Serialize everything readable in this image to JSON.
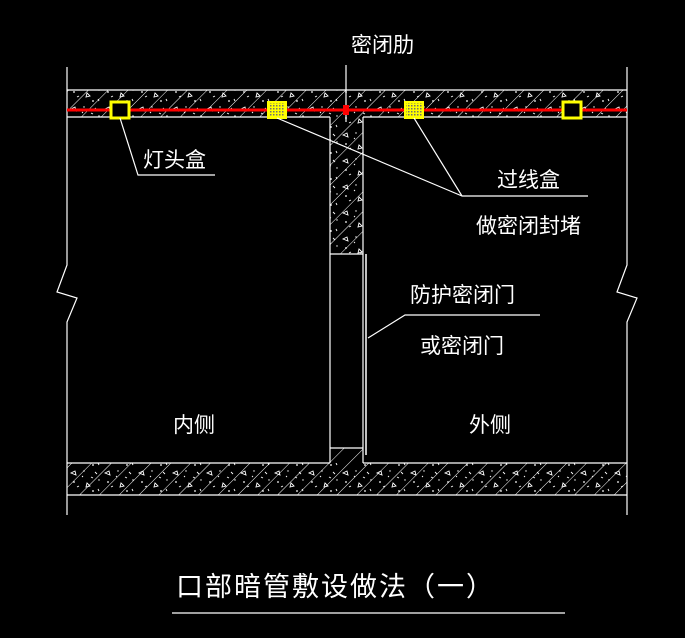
{
  "drawing": {
    "title": "口部暗管敷设做法（一）",
    "labels": {
      "seal_rib": "密闭肋",
      "lamp_box": "灯头盒",
      "junction_box": "过线盒",
      "seal_plug": "做密闭封堵",
      "door_line1": "防护密闭门",
      "door_line2": "或密闭门",
      "inside": "内侧",
      "outside": "外侧"
    },
    "colors": {
      "background": "#000000",
      "conduit": "#ff0000",
      "lamp_box": "#ffff00",
      "junction_box": "#ffff00",
      "linework": "#ffffff"
    }
  }
}
